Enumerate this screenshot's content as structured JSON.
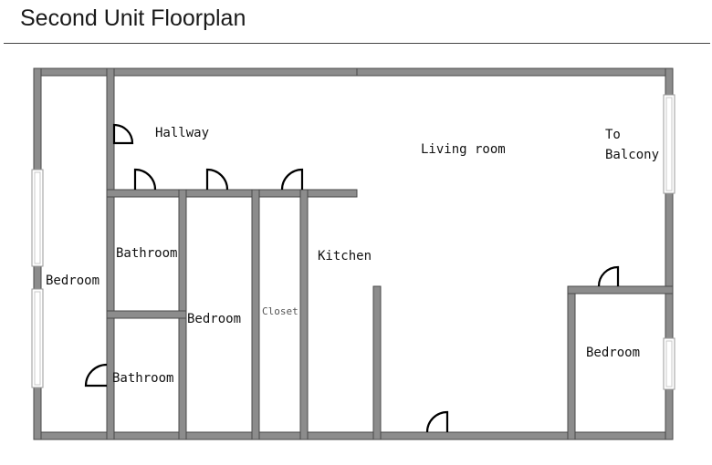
{
  "header": {
    "title": "Second Unit Floorplan"
  },
  "rooms": {
    "hallway": "Hallway",
    "living_room": "Living room",
    "to_balcony_1": "To",
    "to_balcony_2": "Balcony",
    "bedroom_left": "Bedroom",
    "bathroom_top": "Bathroom",
    "bathroom_bottom": "Bathroom",
    "bedroom_middle": "Bedroom",
    "closet": "Closet",
    "kitchen": "Kitchen",
    "bedroom_right": "Bedroom"
  },
  "colors": {
    "wall": "#8c8c8c",
    "wall_stroke": "#4a4a4a",
    "door": "#000000"
  }
}
